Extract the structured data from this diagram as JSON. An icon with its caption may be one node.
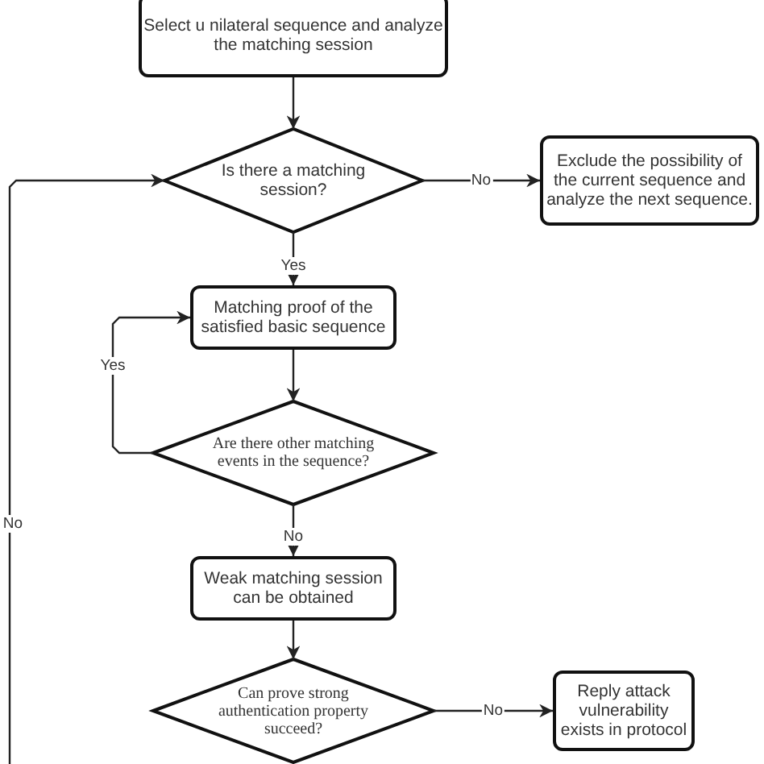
{
  "diagram": {
    "nodes": [
      {
        "text": [
          "Select u nilateral sequence and analyze the matching session"
        ]
      },
      {
        "text": [
          "Is there a matching session?"
        ]
      },
      {
        "text": [
          "Exclude the possibility of the current sequence and analyze the next sequence."
        ]
      },
      {
        "text": [
          "Matching proof of the satisfied basic sequence"
        ]
      },
      {
        "text": [
          "Are there other matching events in the sequence?"
        ]
      },
      {
        "text": [
          "Weak matching session can be obtained"
        ]
      },
      {
        "text": [
          "Can prove strong authentication property succeed?"
        ]
      },
      {
        "text": [
          "Reply attack vulnerability exists in protocol"
        ]
      }
    ],
    "edges": [
      {
        "from": 0,
        "to": 1,
        "arrow": "to"
      },
      {
        "from": 1,
        "to": 2,
        "arrow": "to",
        "label": "No"
      },
      {
        "from": 1,
        "to": 3,
        "arrow": "to",
        "label": "Yes"
      },
      {
        "from": 3,
        "to": 4,
        "arrow": "to"
      },
      {
        "from": 4,
        "to": 3,
        "arrow": "to",
        "label": "Yes"
      },
      {
        "from": 4,
        "to": 5,
        "arrow": "to",
        "label": "No"
      },
      {
        "from": 5,
        "to": 6,
        "arrow": "to"
      },
      {
        "from": 6,
        "to": 7,
        "arrow": "to",
        "label": "No"
      },
      {
        "from": null,
        "to": 1,
        "arrow": "to",
        "label": "No"
      }
    ]
  }
}
